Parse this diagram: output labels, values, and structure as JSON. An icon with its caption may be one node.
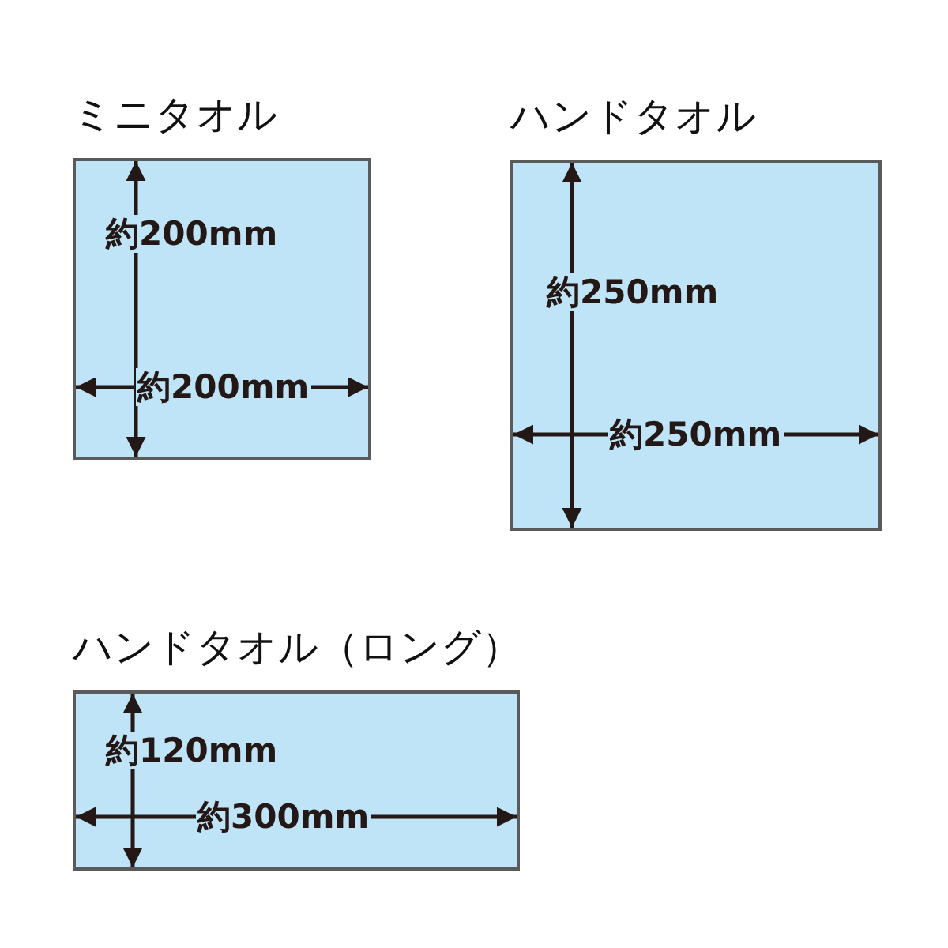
{
  "diagram": {
    "nodes": [
      {
        "text": [
          "ミニタオル",
          "約200mm",
          "約200mm"
        ]
      },
      {
        "text": [
          "ハンドタオル",
          "約250mm",
          "約250mm"
        ]
      },
      {
        "text": [
          "ハンドタオル（ロング）",
          "約120mm",
          "約300mm"
        ]
      }
    ]
  }
}
